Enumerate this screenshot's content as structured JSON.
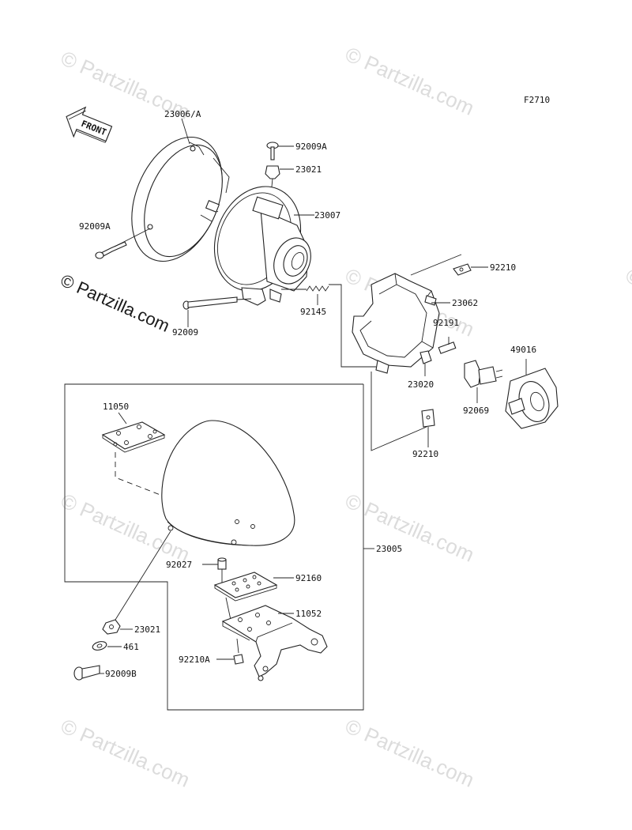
{
  "diagram_code": "F2710",
  "front_marker": "FRONT",
  "watermark": "© Partzilla.com",
  "watermark_bold": "© Partzilla.com",
  "labels": {
    "l_23006A": "23006/A",
    "l_92009A_top": "92009A",
    "l_23021_top": "23021",
    "l_23007": "23007",
    "l_92009A_left": "92009A",
    "l_92210_top": "92210",
    "l_23062": "23062",
    "l_92145": "92145",
    "l_92009": "92009",
    "l_92191": "92191",
    "l_49016": "49016",
    "l_23020": "23020",
    "l_92069": "92069",
    "l_11050": "11050",
    "l_92210_mid": "92210",
    "l_23005": "23005",
    "l_92027": "92027",
    "l_92160": "92160",
    "l_11052": "11052",
    "l_23021_bot": "23021",
    "l_461": "461",
    "l_92210A": "92210A",
    "l_92009B": "92009B"
  }
}
